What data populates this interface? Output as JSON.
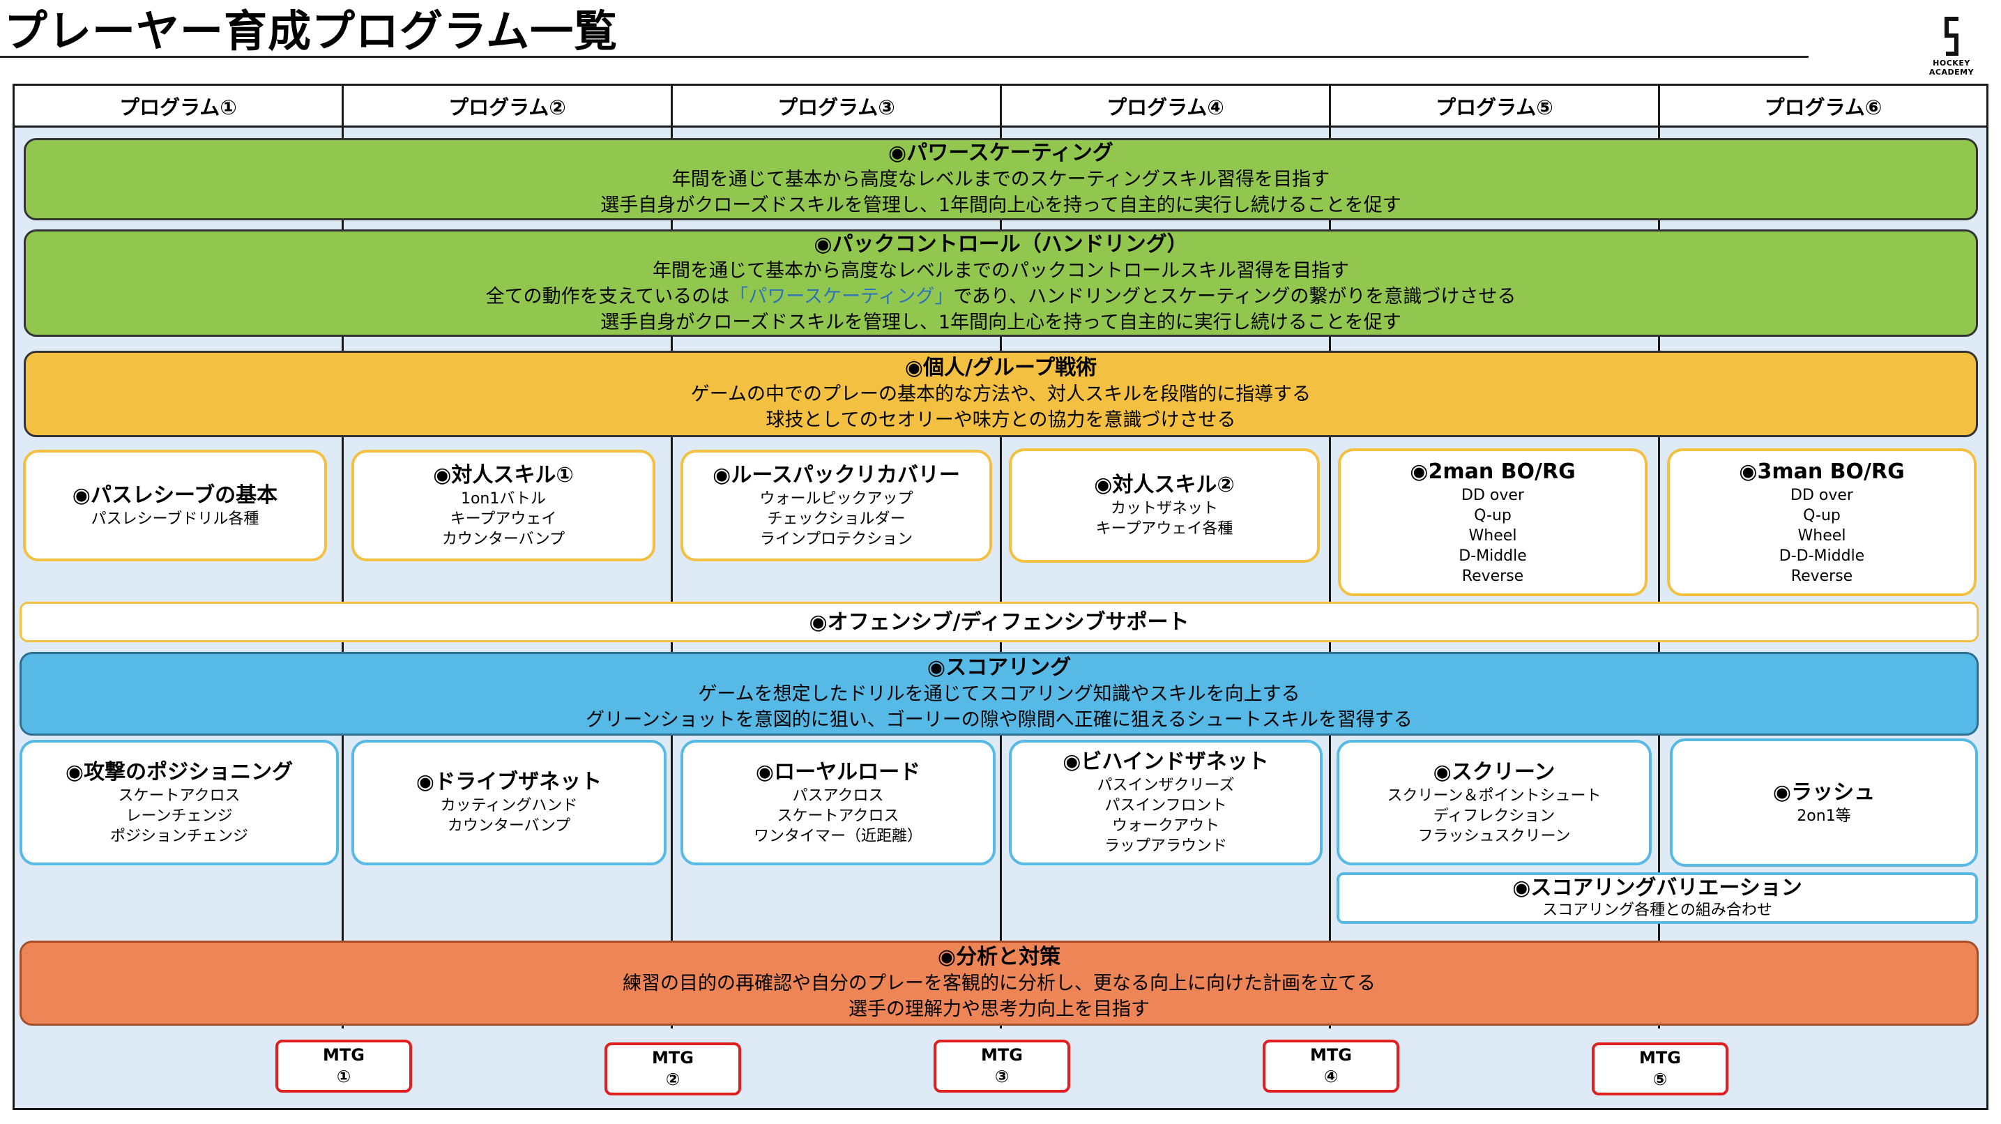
{
  "page_title": "プレーヤー育成プログラム一覧",
  "logo_text": "HOCKEY ACADEMY",
  "columns": [
    "プログラム①",
    "プログラム②",
    "プログラム③",
    "プログラム④",
    "プログラム⑤",
    "プログラム⑥"
  ],
  "power_skating": {
    "title": "◉パワースケーティング",
    "line1": "年間を通じて基本から高度なレベルまでのスケーティングスキル習得を目指す",
    "line2": "選手自身がクローズドスキルを管理し、1年間向上心を持って自主的に実行し続けることを促す"
  },
  "puck_control": {
    "title": "◉パックコントロール（ハンドリング）",
    "line1": "年間を通じて基本から高度なレベルまでのパックコントロールスキル習得を目指す",
    "line2_pre": "全ての動作を支えているのは",
    "line2_hl": "「パワースケーティング」",
    "line2_post": "であり、ハンドリングとスケーティングの繋がりを意識づけさせる",
    "line3": "選手自身がクローズドスキルを管理し、1年間向上心を持って自主的に実行し続けることを促す"
  },
  "tactics": {
    "title": "◉個人/グループ戦術",
    "line1": "ゲームの中でのプレーの基本的な方法や、対人スキルを段階的に指導する",
    "line2": "球技としてのセオリーや味方との協力を意識づけさせる"
  },
  "tactics_cards": [
    {
      "title": "◉パスレシーブの基本",
      "items": [
        "パスレシーブドリル各種"
      ]
    },
    {
      "title": "◉対人スキル①",
      "items": [
        "1on1バトル",
        "キープアウェイ",
        "カウンターバンプ"
      ]
    },
    {
      "title": "◉ルースパックリカバリー",
      "items": [
        "ウォールピックアップ",
        "チェックショルダー",
        "ラインプロテクション"
      ]
    },
    {
      "title": "◉対人スキル②",
      "items": [
        "カットザネット",
        "キープアウェイ各種"
      ]
    },
    {
      "title": "◉2man BO/RG",
      "items": [
        "DD over",
        "Q-up",
        "Wheel",
        "D-Middle",
        "Reverse"
      ]
    },
    {
      "title": "◉3man BO/RG",
      "items": [
        "DD over",
        "Q-up",
        "Wheel",
        "D-D-Middle",
        "Reverse"
      ]
    }
  ],
  "support_band": "◉オフェンシブ/ディフェンシブサポート",
  "scoring": {
    "title": "◉スコアリング",
    "line1": "ゲームを想定したドリルを通じてスコアリング知識やスキルを向上する",
    "line2": "グリーンショットを意図的に狙い、ゴーリーの隙や隙間へ正確に狙えるシュートスキルを習得する"
  },
  "scoring_cards": [
    {
      "title": "◉攻撃のポジショニング",
      "items": [
        "スケートアクロス",
        "レーンチェンジ",
        "ポジションチェンジ"
      ]
    },
    {
      "title": "◉ドライブザネット",
      "items": [
        "カッティングハンド",
        "カウンターバンプ"
      ]
    },
    {
      "title": "◉ローヤルロード",
      "items": [
        "パスアクロス",
        "スケートアクロス",
        "ワンタイマー（近距離）"
      ]
    },
    {
      "title": "◉ビハインドザネット",
      "items": [
        "パスインザクリーズ",
        "パスインフロント",
        "ウォークアウト",
        "ラップアラウンド"
      ]
    },
    {
      "title": "◉スクリーン",
      "items": [
        "スクリーン＆ポイントシュート",
        "ディフレクション",
        "フラッシュスクリーン"
      ]
    },
    {
      "title": "◉ラッシュ",
      "items": [
        "2on1等"
      ]
    }
  ],
  "scoring_variation": {
    "title": "◉スコアリングバリエーション",
    "line1": "スコアリング各種との組み合わせ"
  },
  "analysis": {
    "title": "◉分析と対策",
    "line1": "練習の目的の再確認や自分のプレーを客観的に分析し、更なる向上に向けた計画を立てる",
    "line2": "選手の理解力や思考力向上を目指す"
  },
  "mtg": [
    {
      "label": "MTG",
      "num": "①"
    },
    {
      "label": "MTG",
      "num": "②"
    },
    {
      "label": "MTG",
      "num": "③"
    },
    {
      "label": "MTG",
      "num": "④"
    },
    {
      "label": "MTG",
      "num": "⑤"
    }
  ]
}
